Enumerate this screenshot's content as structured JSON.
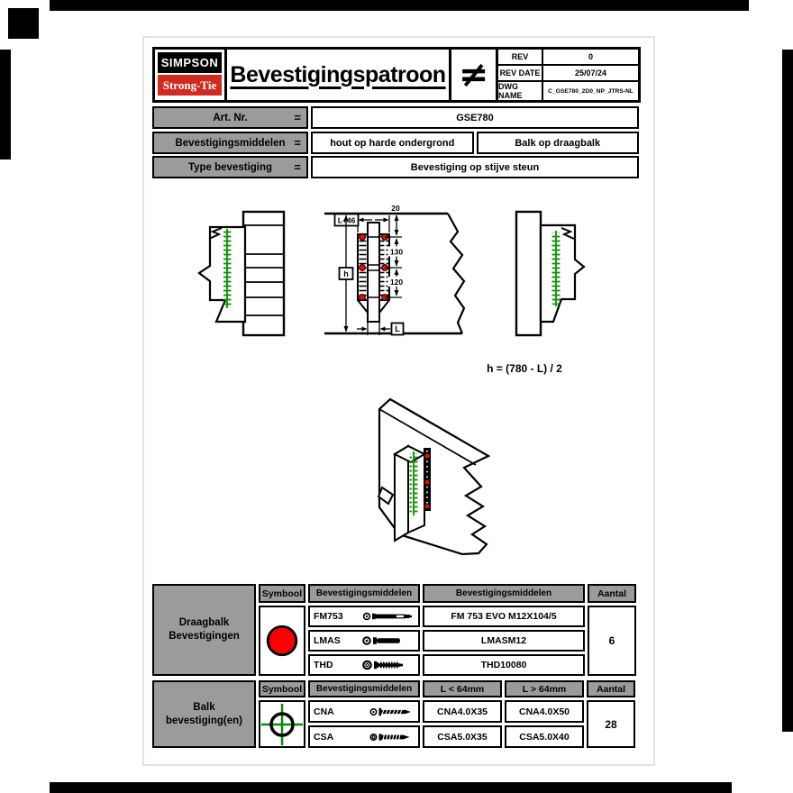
{
  "header": {
    "logo": {
      "line1": "SIMPSON",
      "line2": "Strong-Tie",
      "black": "#000000",
      "red": "#cf2b1f"
    },
    "title": "Bevestigingspatroon",
    "symbol": "≠",
    "rev": {
      "label": "REV",
      "value": "0"
    },
    "rev_date": {
      "label": "REV DATE",
      "value": "25/07/24"
    },
    "dwg": {
      "label": "DWG NAME",
      "value": "C_GSE780_2D0_NP_JTRS-NL"
    }
  },
  "info": {
    "rows": [
      {
        "label": "Art. Nr.",
        "eq": "=",
        "value": "GSE780"
      },
      {
        "label": "Bevestigingsmiddelen",
        "eq": "=",
        "value_left": "hout op harde ondergrond",
        "value_right": "Balk op draagbalk"
      },
      {
        "label": "Type bevestiging",
        "eq": "=",
        "value": "Bevestiging op stijve steun"
      }
    ]
  },
  "drawing": {
    "dims": {
      "flange_width": "L+46",
      "top_offset": "20",
      "spacing_1": "130",
      "spacing_2": "120",
      "height": "h",
      "beam_width": "L"
    },
    "formula": "h = (780 - L) / 2",
    "colors": {
      "fastener_green": "#0a9000",
      "marker_red": "#ff0000",
      "line": "#000000"
    }
  },
  "tables": {
    "draagbalk": {
      "row_label": "Draagbalk Bevestigingen",
      "headers": [
        "Symbool",
        "Bevestigingsmiddelen",
        "Bevestigingsmiddelen",
        "Aantal"
      ],
      "symbol": "red-circle",
      "rows": [
        {
          "code": "FM753",
          "product": "FM 753 EVO M12X104/5"
        },
        {
          "code": "LMAS",
          "product": "LMASM12"
        },
        {
          "code": "THD",
          "product": "THD10080"
        }
      ],
      "aantal": "6"
    },
    "balk": {
      "row_label": "Balk bevestiging(en)",
      "headers": [
        "Symbool",
        "Bevestigingsmiddelen",
        "L < 64mm",
        "L > 64mm",
        "Aantal"
      ],
      "symbol": "green-crosshair",
      "rows": [
        {
          "code": "CNA",
          "short": "CNA4.0X35",
          "long": "CNA4.0X50"
        },
        {
          "code": "CSA",
          "short": "CSA5.0X35",
          "long": "CSA5.0X40"
        }
      ],
      "aantal": "28"
    }
  }
}
